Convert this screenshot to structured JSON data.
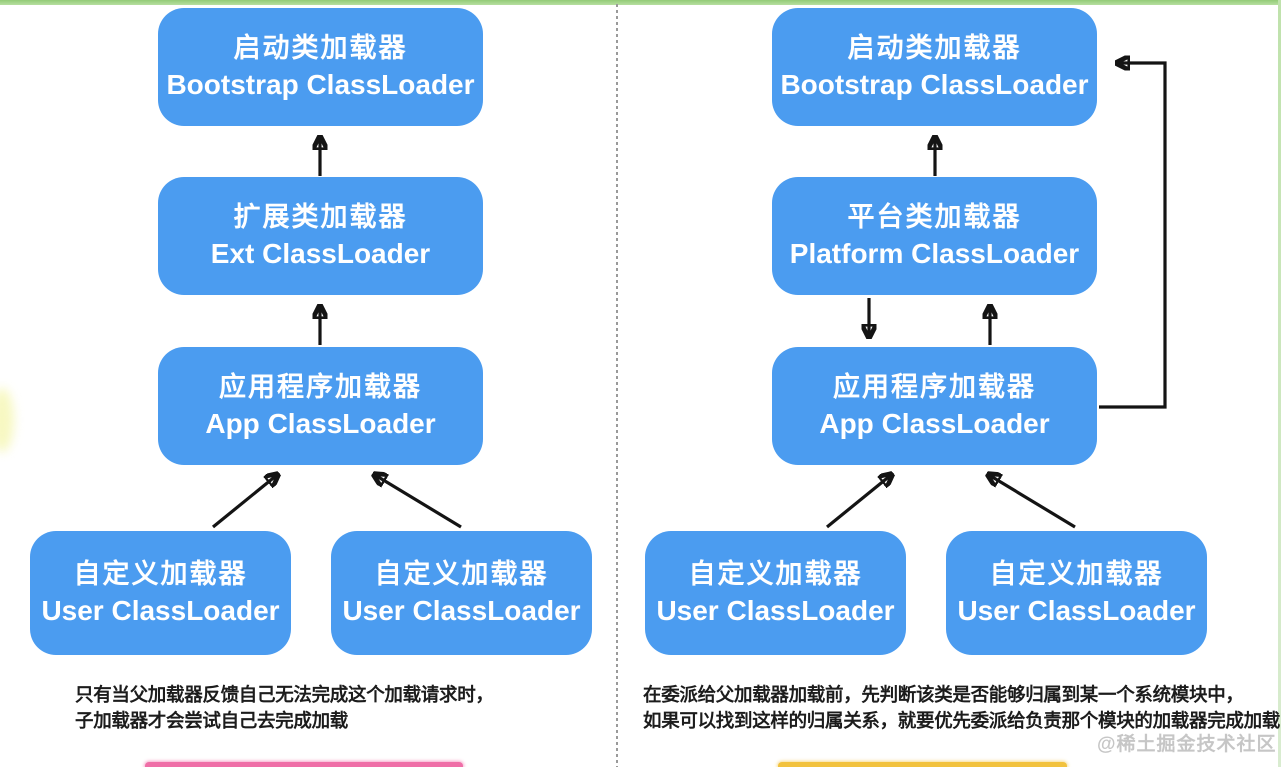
{
  "left": {
    "boxes": [
      {
        "zh": "启动类加载器",
        "en": "Bootstrap ClassLoader"
      },
      {
        "zh": "扩展类加载器",
        "en": "Ext ClassLoader"
      },
      {
        "zh": "应用程序加载器",
        "en": "App ClassLoader"
      },
      {
        "zh": "自定义加载器",
        "en": "User ClassLoader"
      },
      {
        "zh": "自定义加载器",
        "en": "User ClassLoader"
      }
    ],
    "caption_line1": "只有当父加载器反馈自己无法完成这个加载请求时，",
    "caption_line2": "子加载器才会尝试自己去完成加载"
  },
  "right": {
    "boxes": [
      {
        "zh": "启动类加载器",
        "en": "Bootstrap ClassLoader"
      },
      {
        "zh": "平台类加载器",
        "en": "Platform ClassLoader"
      },
      {
        "zh": "应用程序加载器",
        "en": "App ClassLoader"
      },
      {
        "zh": "自定义加载器",
        "en": "User ClassLoader"
      },
      {
        "zh": "自定义加载器",
        "en": "User ClassLoader"
      }
    ],
    "caption_line1": "在委派给父加载器加载前，先判断该类是否能够归属到某一个系统模块中，",
    "caption_line2": "如果可以找到这样的归属关系，就要优先委派给负责那个模块的加载器完成加载"
  },
  "watermark": "@稀土掘金技术社区",
  "colors": {
    "box_blue": "#4b9cf0",
    "arrow_black": "#141414",
    "divider_gray": "#9a9a9a",
    "frame_green": "#a8d58e",
    "pink_bar": "#ef6ea7",
    "orange_bar": "#f2c23e",
    "caption_text": "#1c1c1c",
    "watermark_gray": "#bdbdbd"
  }
}
